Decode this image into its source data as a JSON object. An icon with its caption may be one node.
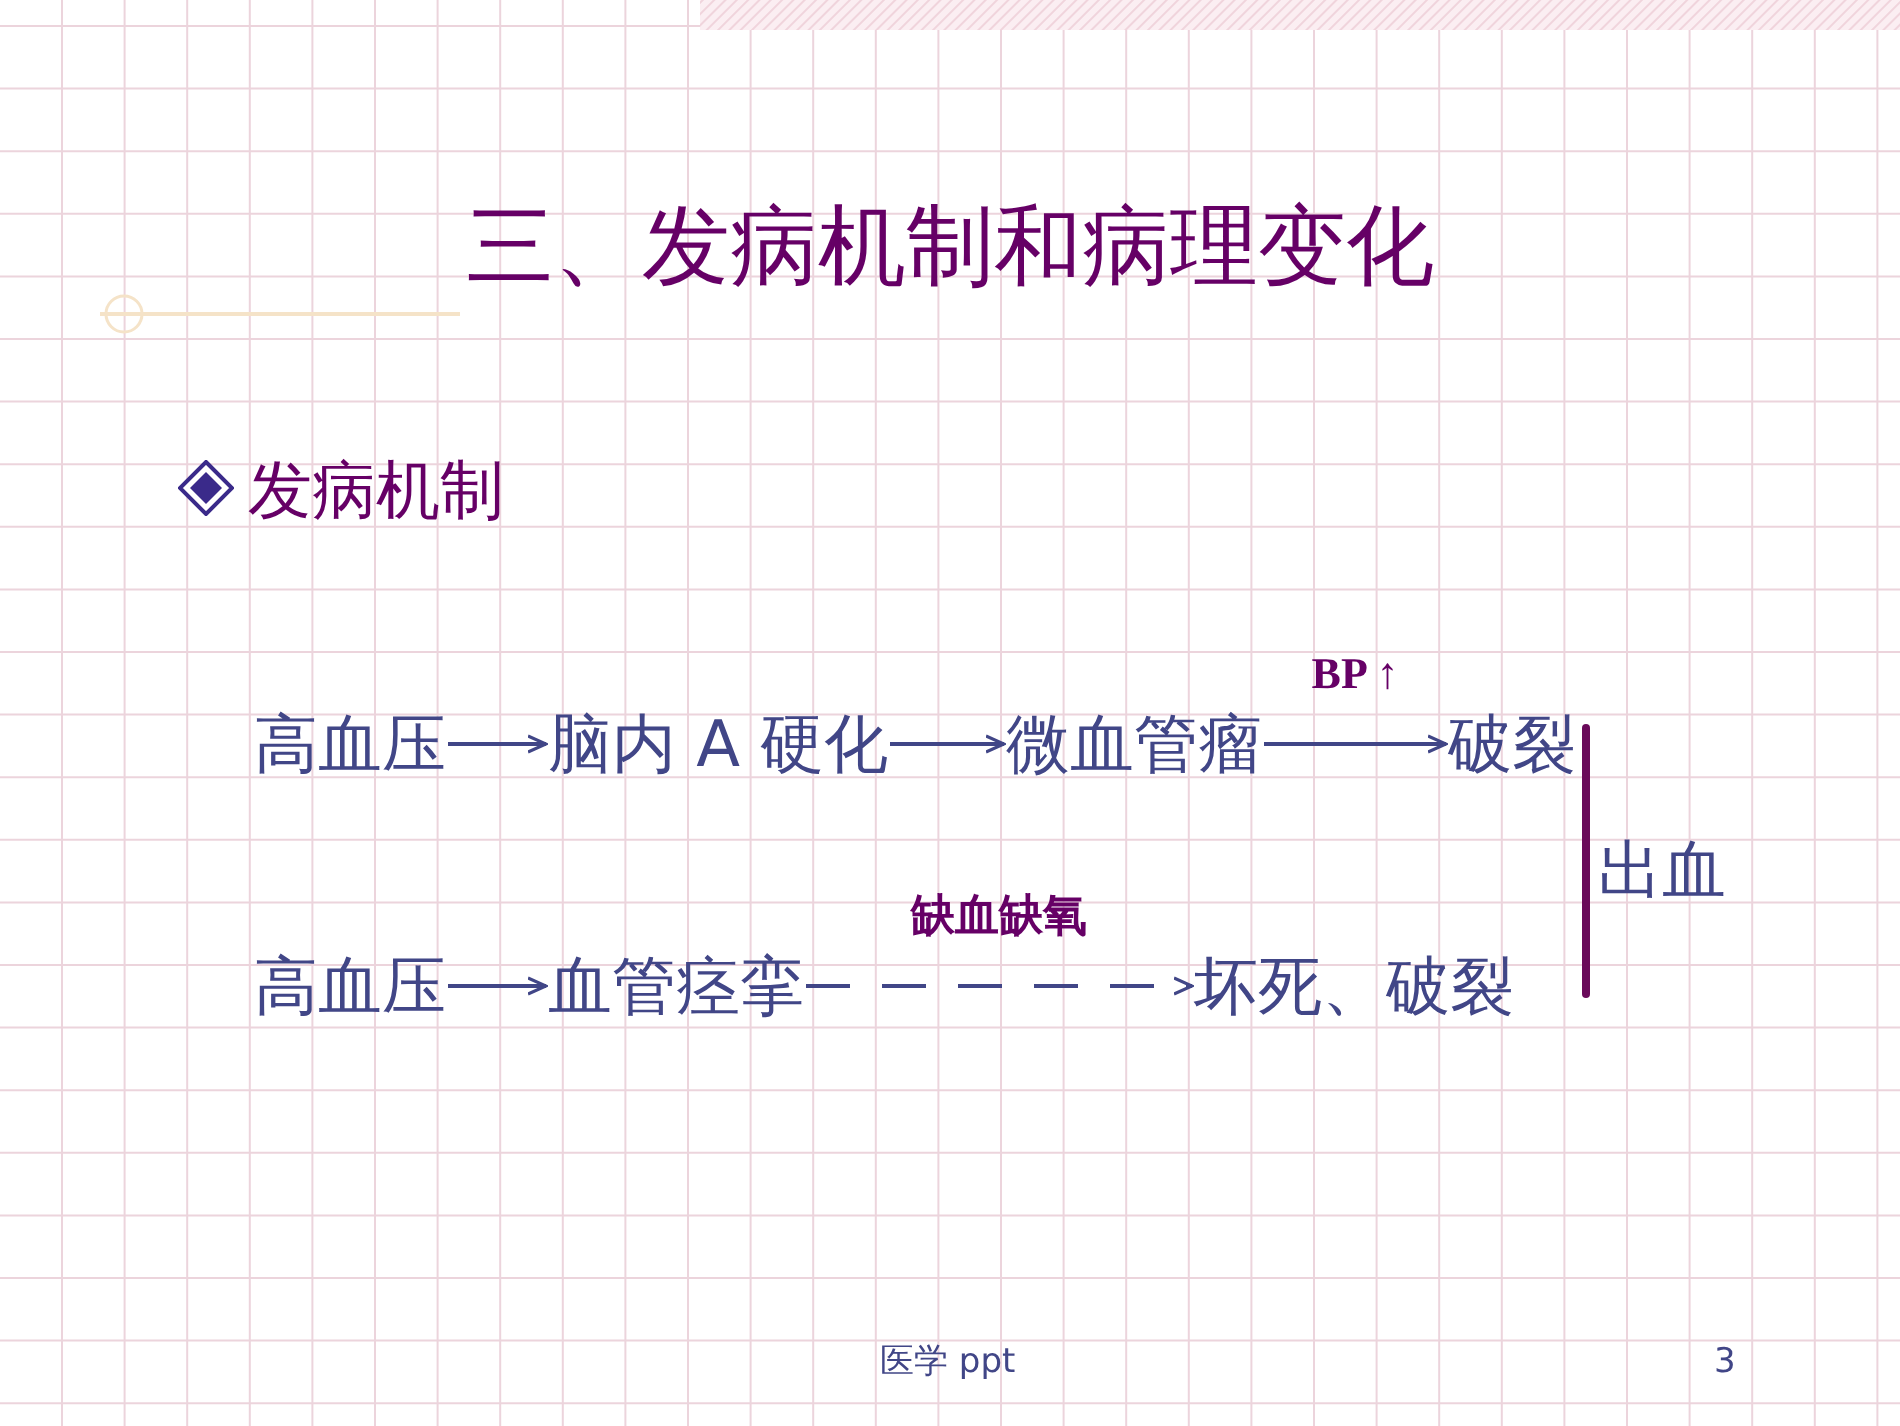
{
  "diagram": {
    "title": "三、发病机制和病理变化",
    "nodes": [
      {
        "text": [
          "高血压"
        ]
      },
      {
        "text": [
          "脑内 A 硬化"
        ]
      },
      {
        "text": [
          "微血管瘤"
        ]
      },
      {
        "text": [
          "破裂"
        ]
      },
      {
        "text": [
          "高血压"
        ]
      },
      {
        "text": [
          "血管痉挛"
        ]
      },
      {
        "text": [
          "坏死、破裂"
        ]
      }
    ],
    "edges": [
      {
        "from": 0,
        "to": 1,
        "arrow": "to"
      },
      {
        "from": 1,
        "to": 2,
        "arrow": "to"
      },
      {
        "from": 2,
        "to": 3,
        "arrow": "to",
        "label": "BP ↑"
      },
      {
        "from": 4,
        "to": 5,
        "arrow": "to"
      },
      {
        "from": 5,
        "to": 6,
        "arrow": "to",
        "label": "缺血缺氧",
        "style": "dashed"
      }
    ],
    "labels": [
      "发病机制",
      "出血",
      "医学 ppt",
      "3"
    ]
  }
}
